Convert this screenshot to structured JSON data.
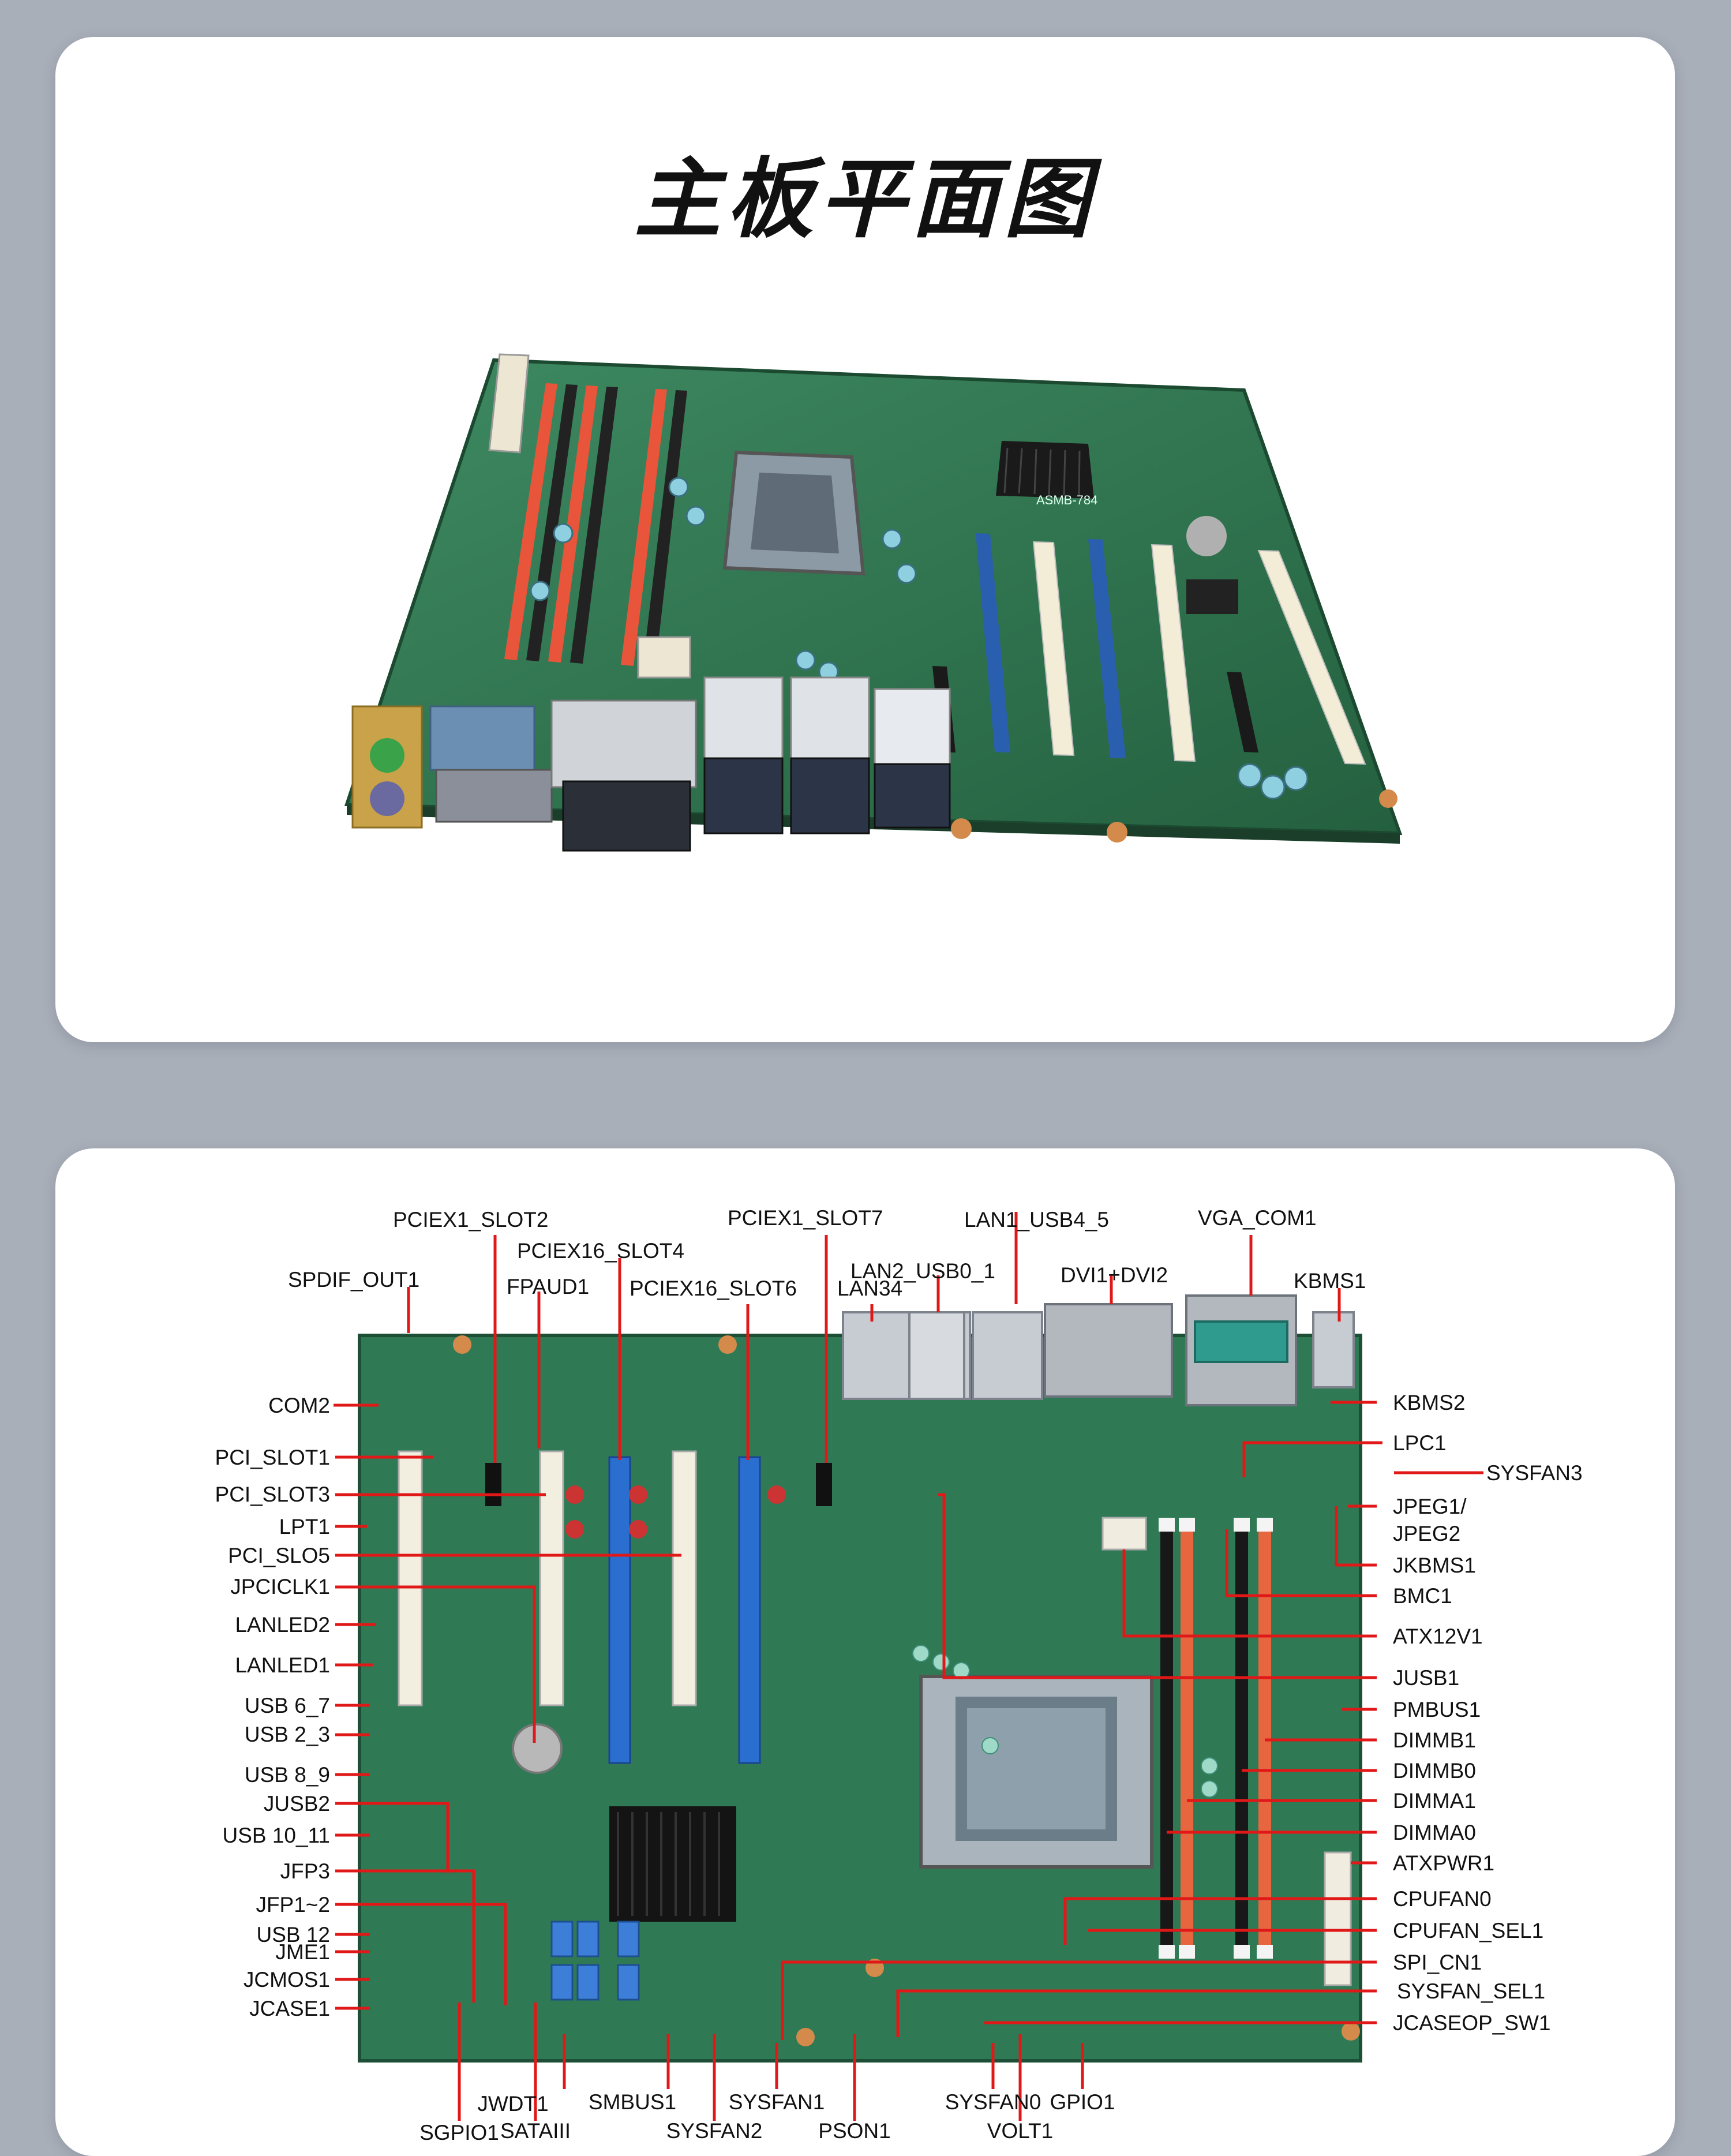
{
  "title": "主板平面图",
  "photo_board_text": {
    "model": "ASMB-784"
  },
  "colors": {
    "page_bg": "#a9afb9",
    "card_bg": "#ffffff",
    "pcb": "#2f7a55",
    "leader_line": "#e01818",
    "dimm_red": "#e85a3a",
    "pcie_blue": "#2a5fb0"
  },
  "labels": {
    "top": {
      "pciex1_slot2": "PCIEX1_SLOT2",
      "pciex1_slot7": "PCIEX1_SLOT7",
      "lan1_usb4_5": "LAN1_USB4_5",
      "vga_com1": "VGA_COM1",
      "pciex16_slot4": "PCIEX16_SLOT4",
      "lan2_usb0_1": "LAN2_USB0_1",
      "dvi1_dvi2": "DVI1+DVI2",
      "spdif_out1": "SPDIF_OUT1",
      "fpaud1": "FPAUD1",
      "pciex16_slot6": "PCIEX16_SLOT6",
      "lan34": "LAN34",
      "kbms1": "KBMS1"
    },
    "left": {
      "com2": "COM2",
      "pci_slot1": "PCI_SLOT1",
      "pci_slot3": "PCI_SLOT3",
      "lpt1": "LPT1",
      "pci_slo5": "PCI_SLO5",
      "jpciclk1": "JPCICLK1",
      "lanled2": "LANLED2",
      "lanled1": "LANLED1",
      "usb6_7": "USB 6_7",
      "usb2_3": "USB 2_3",
      "usb8_9": "USB 8_9",
      "jusb2": "JUSB2",
      "usb10_11": "USB 10_11",
      "jfp3": "JFP3",
      "jfp1_2": "JFP1~2",
      "usb12": "USB 12",
      "jme1": "JME1",
      "jcmos1": "JCMOS1",
      "jcase1": "JCASE1"
    },
    "right": {
      "kbms2": "KBMS2",
      "lpc1": "LPC1",
      "sysfan3": "SYSFAN3",
      "jpeg1": "JPEG1/",
      "jpeg2": "JPEG2",
      "jkbms1": "JKBMS1",
      "bmc1": "BMC1",
      "atx12v1": "ATX12V1",
      "jusb1": "JUSB1",
      "pmbus1": "PMBUS1",
      "dimmb1": "DIMMB1",
      "dimmb0": "DIMMB0",
      "dimma1": "DIMMA1",
      "dimma0": "DIMMA0",
      "atxpwr1": "ATXPWR1",
      "cpufan0": "CPUFAN0",
      "cpufan_sel1": "CPUFAN_SEL1",
      "spi_cn1": "SPI_CN1",
      "sysfan_sel1": "SYSFAN_SEL1",
      "jcaseop_sw1": "JCASEOP_SW1"
    },
    "bottom": {
      "jwdt1": "JWDT1",
      "smbus1": "SMBUS1",
      "sysfan1": "SYSFAN1",
      "sysfan0": "SYSFAN0",
      "gpio1": "GPIO1",
      "sgpio1": "SGPIO1",
      "sataiii": "SATAIII",
      "sysfan2": "SYSFAN2",
      "pson1": "PSON1",
      "volt1": "VOLT1"
    }
  }
}
